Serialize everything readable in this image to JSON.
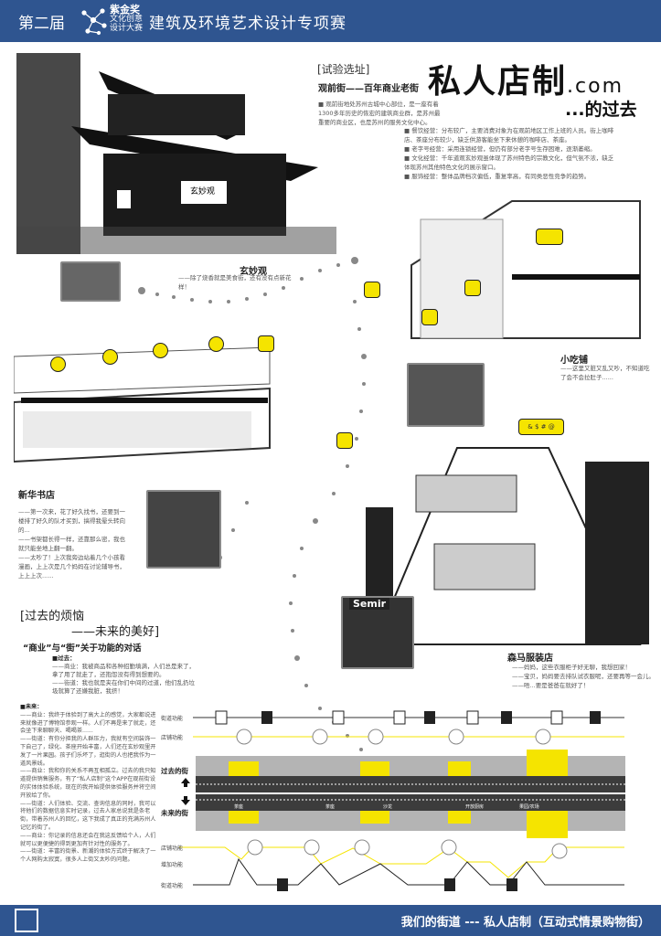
{
  "header": {
    "edition": "第二届",
    "award_name": "紫金奖",
    "award_sub1": "文化创意",
    "award_sub2": "设计大赛",
    "competition": "建筑及环境艺术设计专项赛"
  },
  "site": {
    "heading": "[试验选址]",
    "subheading": "观前街——百年商业老街",
    "intro": "■ 观前街地处苏州古城中心部位，是一座有着1300多年历史的恢宏的建筑商业群，是苏州最重要的商业区，也是苏州的服务文化中心。",
    "bullets": [
      "■ 餐饮经营：分布较广，主要消费对象为在观前地区工作上班的人员。街上咖啡店、茶座分布较少，缺乏供游客能坐下来休憩的咖啡店、茶座。",
      "■ 老字号经营：采用连锁经营，但仍有部分老字号生存困难，逐渐萎缩。",
      "■ 文化经营：千年道观玄妙观虽体现了苏州特色的宗教文化，但气氛不浓，缺乏体现苏州其他特色文化的展示窗口。",
      "■ 服饰经营：整体品牌档次偏低，重复率高，有同类恶性竞争的趋势。"
    ]
  },
  "title": {
    "main": "私人店制",
    "domain": ".com",
    "sub": "...的过去"
  },
  "temple_sign": "玄妙观",
  "places": [
    {
      "name": "玄妙观",
      "text": "——除了烧香就是美食街，还有没有点新花样！"
    },
    {
      "name": "小吃铺",
      "text": "——这里又脏又乱又吵，不知道吃了会不会拉肚子......"
    },
    {
      "name": "新华书店",
      "text": "——第一次来，花了好久找书，还要到一楼排了好久的队才买到，搞得我晕头转向的...\n——书架都长得一样，还靠那么密，我也就只能坐地上翻一翻。\n——太吵了！上次我旁边站着几个小孩看漫画，上上次是几个妈妈在讨论辅导书，上上上次......"
    },
    {
      "name": "森马服装店",
      "text": "——妈妈，这些衣服柜子好无聊，我想回家！\n——宝贝，妈妈要去排队试衣服呢，还要再等一会儿。\n——唔...要是爸爸在就好了！"
    }
  ],
  "semir_sign": "Semir",
  "bubble_text": "& $ # @",
  "dialogue": {
    "heading1": "[过去的烦恼",
    "heading2": "——未来的美好]",
    "subheading": "“商业”与“街”关于功能的对话",
    "past_label": "■过去：",
    "past": [
      "——商业：我被商品和各种招勤填满，人们总是来了，拿了用了就走了，还抱怨没有得到想要的。",
      "——街道：我也就是夹在你们中间的过道，他们乱扔垃圾就算了还嫌我脏，我挤！"
    ],
    "future_label": "■未来：",
    "future": [
      "——商业：我终于体验到了高大上的感觉，大家都说进来就像进了博物馆参观一样。人们不再是来了就走，还会坐下来聊聊天、喝喝茶......",
      "——街道：有你分担我的人群压力，我就有空间装饰一下自己了，绿化、茶座开始丰富，人们还在玄妙观里开发了一片果园。孩子们乐坏了，逛街的人也把我作为一道风景线。",
      "——商业：我和你的关系不再互相孤立。过去的我只知道提供销售服务，有了“私人店制”这个APP在观前街设的实体体验系统，现在的我开始提供体验服务并将空间开放给了你。",
      "——街道：人们体验、交流、查询信息的同时，我可以将他们的数据信息实时记录，过去人家总说我是条老街，带着苏州人的回忆，这下我成了真正的充满苏州人记忆的街了。",
      "——商业：你记录的信息还会在我这反馈给个人，人们就可以更便捷的得到更加有针对性的服务了。",
      "——街道：丰富的街景、新潮的体验方式终于解决了一个人网购太寂寞，很多人上街又太吵的问题。"
    ]
  },
  "diagram": {
    "row_labels": {
      "street_fn": "街道功能",
      "shop_fn": "店铺功能",
      "past_street": "过去的街",
      "future_street": "未来的街",
      "shop_fn2": "店铺功能",
      "added_fn": "增加功能",
      "street_fn2": "街道功能"
    },
    "road_labels": [
      "茶座",
      "茶座",
      "沙龙",
      "开放厨房",
      "果园/农场"
    ],
    "accent": "#f5e400",
    "road": "#3c3c3c",
    "building": "#b4b4b4"
  },
  "footer": {
    "slogan": "我们的街道 --- 私人店制（互动式情景购物街）"
  }
}
